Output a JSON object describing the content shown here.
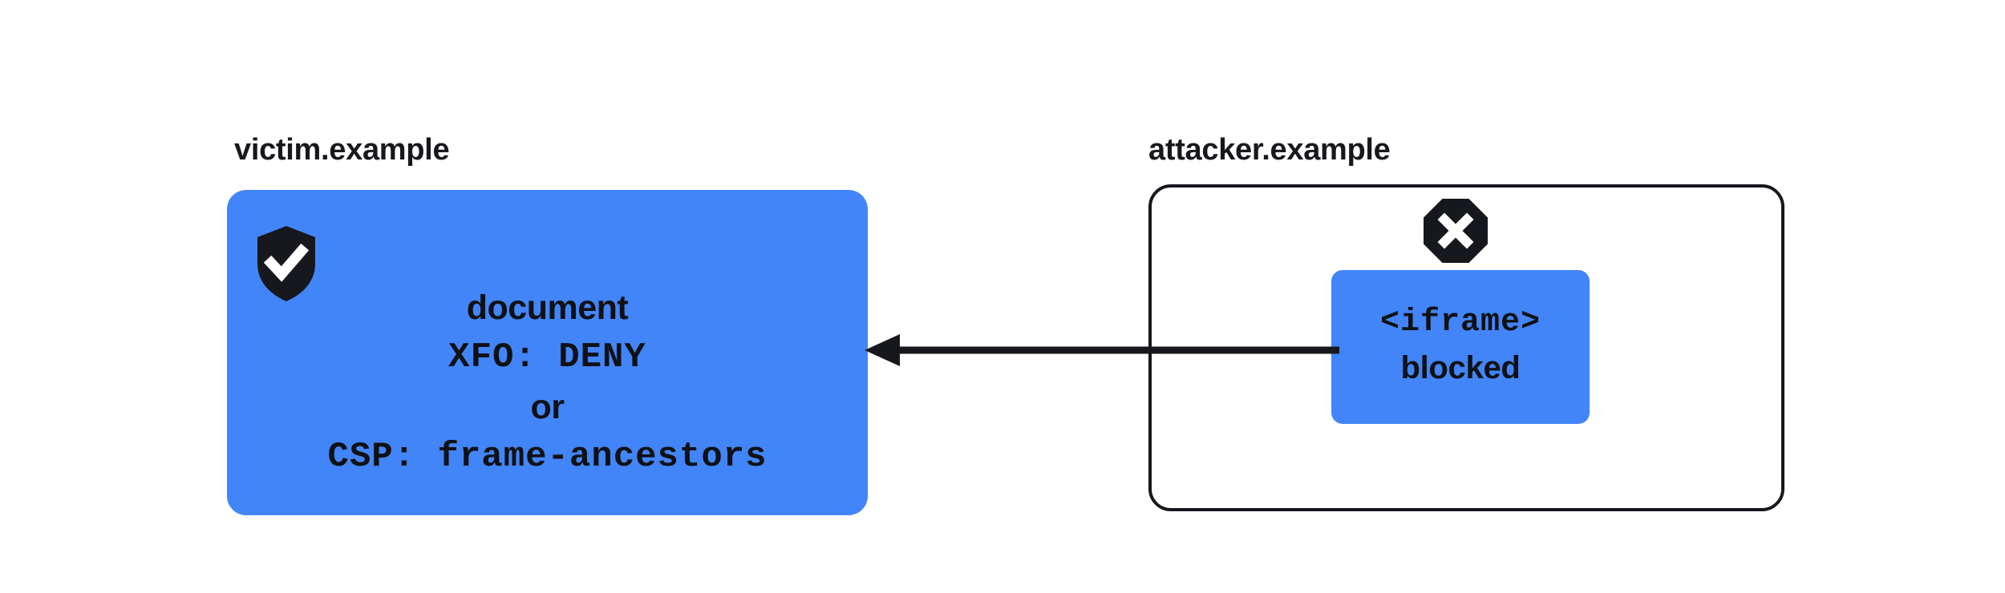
{
  "diagram": {
    "title_victim": "victim.example",
    "title_attacker": "attacker.example",
    "colors": {
      "panel_blue": "#4285f8",
      "ink": "#16181d",
      "background": "#ffffff"
    },
    "victim_panel": {
      "shield_icon": "shield-check-icon",
      "lines": [
        {
          "text": "document",
          "style": "sans"
        },
        {
          "text": "XFO: DENY",
          "style": "mono"
        },
        {
          "text": "or",
          "style": "sans"
        },
        {
          "text": "CSP: frame-ancestors",
          "style": "mono"
        }
      ]
    },
    "attacker_panel": {
      "blocked_icon": "octagon-x-icon",
      "iframe_box": {
        "line1": "<iframe>",
        "line2": "blocked"
      }
    },
    "arrow": {
      "name": "blocked-framing-arrow",
      "direction": "left"
    }
  }
}
